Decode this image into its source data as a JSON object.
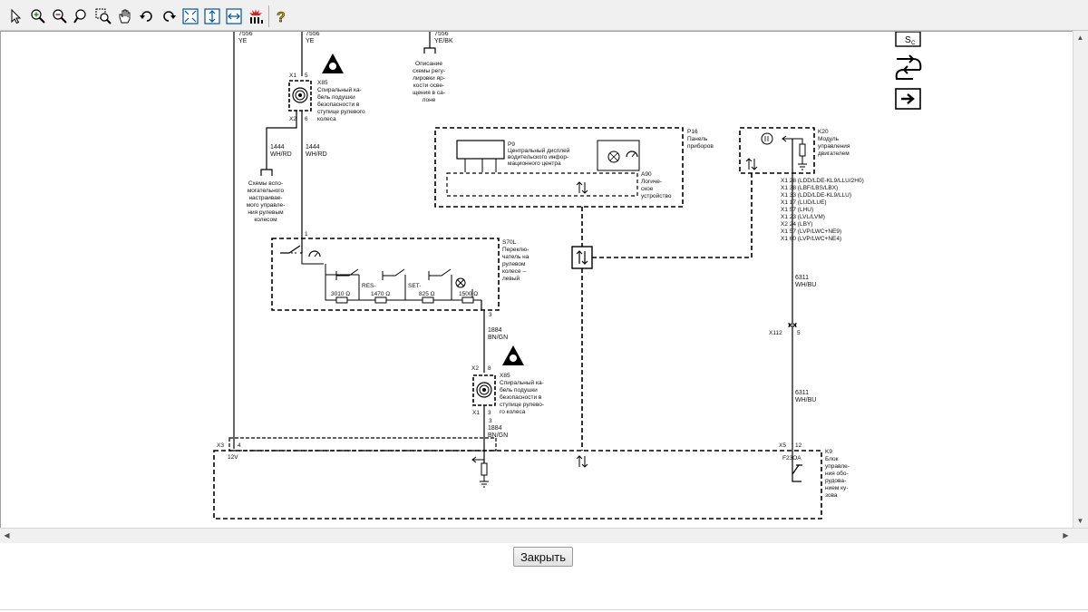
{
  "toolbar": {
    "icons": [
      "pointer-icon",
      "zoom-in-icon",
      "zoom-out-icon",
      "zoom-icon",
      "zoom-window-icon",
      "pan-hand-icon",
      "rotate-left-icon",
      "rotate-right-icon",
      "fit-window-icon",
      "fit-height-icon",
      "fit-width-icon",
      "highlight-icon",
      "help-icon"
    ]
  },
  "close_button": {
    "label": "Закрыть"
  },
  "side_icons": {
    "sc_label_main": "S",
    "sc_label_sub": "C"
  },
  "diagram": {
    "wire_top1": {
      "num": "7556",
      "color": "YE"
    },
    "wire_top2": {
      "num": "7556",
      "color": "YE"
    },
    "wire_top3": {
      "num": "7556",
      "color": "YE/BK"
    },
    "desc_lighting": [
      "Описание",
      "схемы регу-",
      "лировки яр-",
      "кости осве-",
      "щения в са-",
      "лоне"
    ],
    "x85_top": {
      "x1": "X1",
      "x1pin": "5",
      "x2": "X2",
      "x2pin": "6",
      "name": [
        "X85",
        "Спиральный ка-",
        "бель подушки",
        "безопасности в",
        "ступице рулевого",
        "колеса"
      ]
    },
    "wire_1444a": {
      "num": "1444",
      "color": "WH/RD"
    },
    "wire_1444b": {
      "num": "1444",
      "color": "WH/RD"
    },
    "desc_aux": [
      "Схемы вспо-",
      "могательного",
      "настраивае-",
      "мого управле-",
      "ния рулевым",
      "колесом"
    ],
    "p16": [
      "P16",
      "Панель",
      "приборов"
    ],
    "p9": [
      "P9",
      "Центральный дисплей",
      "водительского инфор-",
      "мационного центра"
    ],
    "a90": [
      "A90",
      "Логиче-",
      "ское",
      "устройство"
    ],
    "k20": [
      "K20",
      "Модуль",
      "управления",
      "двигателем"
    ],
    "k20_pins": [
      "X1  28  (LDD/LDE-KL9/LLU/2H0)",
      "X1  38  (LBF/LBS/LBX)",
      "X1  33  (LDD/LDE-KL9/LLU)",
      "X1  17  (LUD/LUE)",
      "X1  57  (LHU)",
      "X1  23  (LVL/LVM)",
      "X2  24  (LBY)",
      "X1  57  (LVP/LWC+NE9)",
      "X1  60  (LVP/LWC+NE4)"
    ],
    "s70l": [
      "S70L",
      "Переклю-",
      "чатель на",
      "рулевом",
      "колесе –",
      "левый"
    ],
    "s70l_pin1": "1",
    "switch_labels": {
      "res": "RES-",
      "set": "SET-"
    },
    "resistors": [
      "3010 Ω",
      "1470 Ω",
      "825 Ω",
      "1500 Ω"
    ],
    "pin3_a": "3",
    "wire_1884a": {
      "num": "1884",
      "color": "BN/GN"
    },
    "x85_bottom": {
      "x2": "X2",
      "x2pin": "8",
      "x1": "X1",
      "x1pin": "3",
      "name": [
        "X85",
        "Спиральный ка-",
        "бель подушки",
        "безопасности в",
        "ступице рулево-",
        "го колеса"
      ]
    },
    "pin3_b": "3",
    "wire_1884b": {
      "num": "1884",
      "color": "BN/GN"
    },
    "wire_6311a": {
      "num": "6311",
      "color": "WH/BU"
    },
    "x112": {
      "label": "X112",
      "pin": "5"
    },
    "wire_6311b": {
      "num": "6311",
      "color": "WH/BU"
    },
    "x3": {
      "label": "X3",
      "pin": "4"
    },
    "x5": {
      "label": "X5",
      "pin": "12"
    },
    "k9_pin": "F23OA",
    "label_12v": "12V",
    "k9": [
      "K9",
      "Блок",
      "управле-",
      "ния обо-",
      "рудова-",
      "нием ку-",
      "зова"
    ]
  }
}
